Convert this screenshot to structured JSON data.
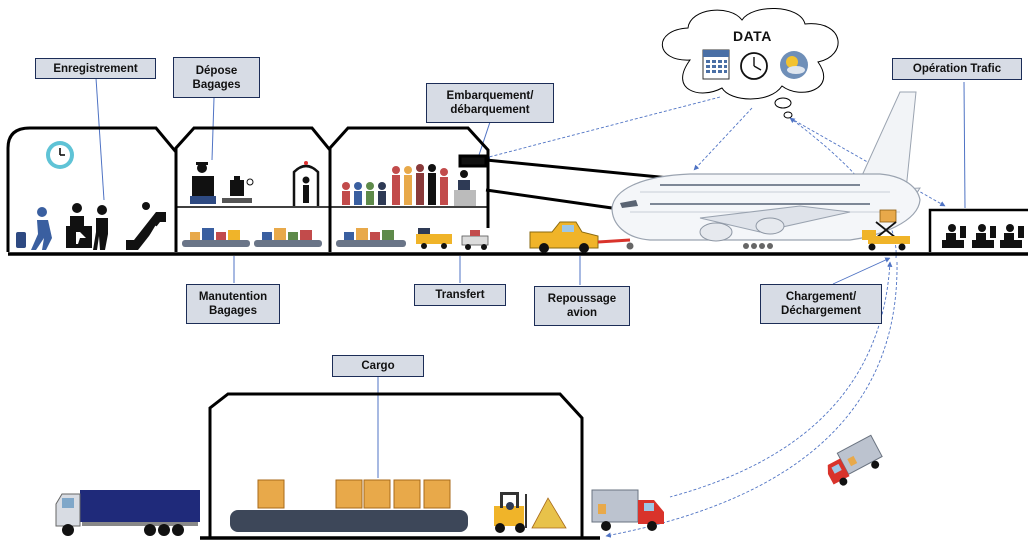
{
  "data_cloud": {
    "title": "DATA",
    "icons": [
      "calendar-icon",
      "clock-icon",
      "weather-icon"
    ]
  },
  "labels": {
    "enregistrement": "Enregistrement",
    "depose_1": "Dépose",
    "depose_2": "Bagages",
    "embarquement_1": "Embarquement/",
    "embarquement_2": "débarquement",
    "operation_trafic": "Opération Trafic",
    "manutention_1": "Manutention",
    "manutention_2": "Bagages",
    "transfert": "Transfert",
    "repoussage_1": "Repoussage",
    "repoussage_2": "avion",
    "chargement_1": "Chargement/",
    "chargement_2": "Déchargement",
    "cargo": "Cargo"
  },
  "colors": {
    "label_fill": "#d7dce5",
    "label_border": "#1c2d57",
    "connector": "#4f73c4",
    "outline": "#000000",
    "vehicle_yellow": "#f0b429",
    "truck_blue": "#1f2a7a",
    "van_red": "#d9332b",
    "crate": "#e8a94a"
  }
}
